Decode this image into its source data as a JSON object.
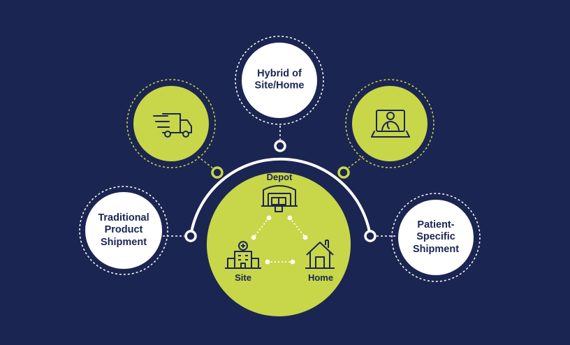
{
  "colors": {
    "background": "#1b2551",
    "accent": "#c8d64a",
    "white": "#ffffff",
    "ink": "#1b2551"
  },
  "nodes": {
    "traditional": {
      "lines": [
        "Traditional",
        "Product",
        "Shipment"
      ]
    },
    "hybrid": {
      "lines": [
        "Hybrid of",
        "Site/Home"
      ]
    },
    "patient": {
      "lines": [
        "Patient-",
        "Specific",
        "Shipment"
      ]
    },
    "courier": {
      "icon": "delivery-truck-icon"
    },
    "telehealth": {
      "icon": "doctor-laptop-icon"
    }
  },
  "hub": {
    "depot": {
      "label": "Depot",
      "icon": "warehouse-icon"
    },
    "site": {
      "label": "Site",
      "icon": "hospital-icon"
    },
    "home": {
      "label": "Home",
      "icon": "house-icon"
    }
  }
}
